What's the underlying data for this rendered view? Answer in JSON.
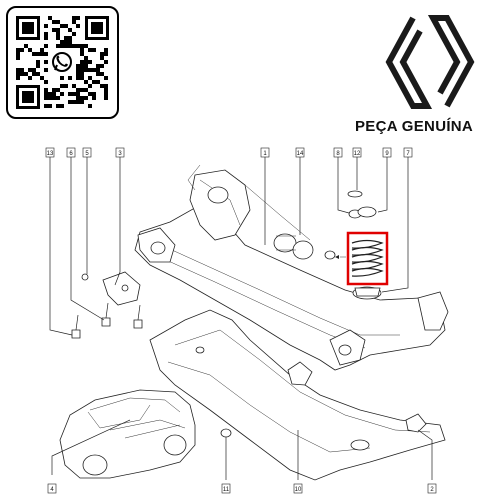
{
  "brand": {
    "label": "PEÇA GENUÍNA",
    "logo_icon": "renault-diamond-logo",
    "qr_icon": "whatsapp-qr-code"
  },
  "diagram": {
    "callouts": [
      {
        "id": "c13",
        "label": "13"
      },
      {
        "id": "c6",
        "label": "6"
      },
      {
        "id": "c5",
        "label": "5"
      },
      {
        "id": "c3",
        "label": "3"
      },
      {
        "id": "c1",
        "label": "1"
      },
      {
        "id": "c14",
        "label": "14"
      },
      {
        "id": "c8",
        "label": "8"
      },
      {
        "id": "c12",
        "label": "12"
      },
      {
        "id": "c9",
        "label": "9"
      },
      {
        "id": "c7",
        "label": "7"
      },
      {
        "id": "c4",
        "label": "4"
      },
      {
        "id": "c11",
        "label": "11"
      },
      {
        "id": "c10",
        "label": "10"
      },
      {
        "id": "c2",
        "label": "2"
      }
    ],
    "highlight_color": "#e00000"
  }
}
